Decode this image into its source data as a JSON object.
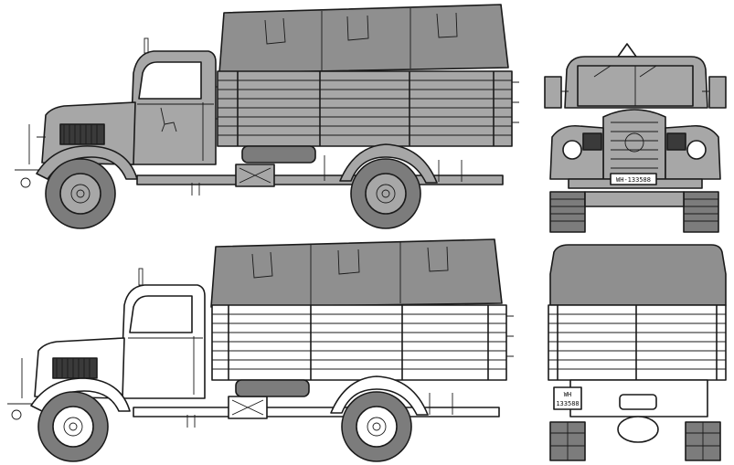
{
  "colors": {
    "paint_grey": "#a7a7a7",
    "canvas_grey": "#8f8f8f",
    "tire_grey": "#7c7c7c",
    "outline": "#1a1a1a",
    "unpainted": "#ffffff"
  },
  "plates": {
    "front": "WH-133588",
    "rear_prefix": "WH",
    "rear_number": "133588"
  }
}
